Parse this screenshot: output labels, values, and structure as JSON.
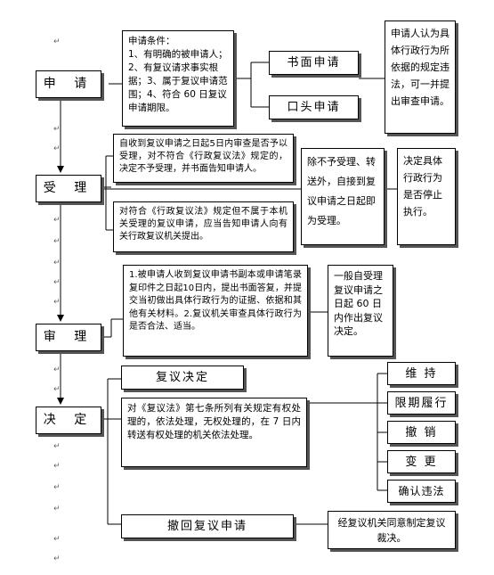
{
  "stages": {
    "apply": "申 请",
    "accept": "受 理",
    "review": "审 理",
    "decide": "决 定"
  },
  "apply_conditions": "申请条件：\n1、有明确的被申请人；2、有复议请求事实根据；3、属于复议申请范围；4、符合 60 日复议申请期限。",
  "written_apply": "书面申请",
  "oral_apply": "口头申请",
  "apply_note": "申请人认为具体行政行为所依据的规定违法，可一并提出审查申请。",
  "accept_not": "自收到复议申请之日起5日内审查是否予以受理，对不符合《行政复议法》规定的，决定不予受理，并书面告知申请人。",
  "accept_inform": "对符合《行政复议法》规定但不属于本机关受理的复议申请，应当告知申请人向有关行政复议机关提出。",
  "accept_else": "除不予受理、转送外，自接到复议申请之日起即为受理。",
  "suspend": "决定具体行政行为是否停止执行。",
  "review_text": "1.被申请人收到复议申请书副本或申请笔录复印件之日起10日内，提出书面答复，并提交当初做出具体行政行为的证据、依据和其他有关材料。2.复议机关审查具体行政行为是否合法、适当。",
  "review_deadline": "一般自受理复议申请之日起 60 日内作出复议决定。",
  "decision_title": "复议决定",
  "transfer_text": "对《复议法》第七条所列有关规定有权处理的，依法处理，无权处理的，在 7 日内转送有权处理的机关依法处理。",
  "outcomes": [
    "维 持",
    "限期履行",
    "撤 销",
    "变 更",
    "确认违法"
  ],
  "withdraw": "撤回复议申请",
  "withdraw_note": "经复议机关同意制定复议裁决。",
  "para_mark": "↵"
}
